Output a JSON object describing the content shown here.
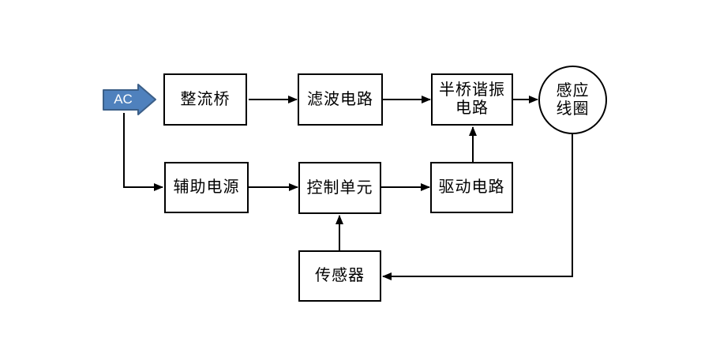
{
  "diagram": {
    "ac_label": "AC",
    "boxes": {
      "rectifier": "整流桥",
      "filter": "滤波电路",
      "half_bridge_line1": "半桥谐振",
      "half_bridge_line2": "电路",
      "coil_line1": "感应",
      "coil_line2": "线圈",
      "aux_power": "辅助电源",
      "control_unit": "控制单元",
      "driver": "驱动电路",
      "sensor": "传感器"
    },
    "colors": {
      "ac_arrow_fill": "#4f81bd",
      "ac_arrow_border": "#3c5f88",
      "line": "#000000",
      "background": "#ffffff"
    }
  }
}
